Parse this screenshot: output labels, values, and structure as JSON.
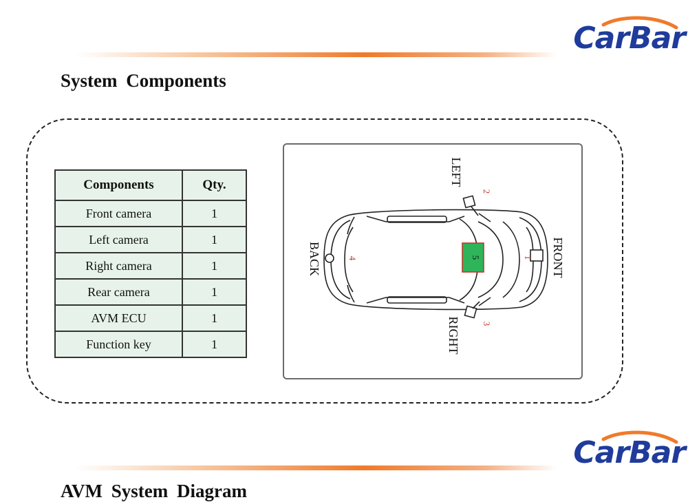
{
  "brand": {
    "logo_text": "CarBar",
    "logo_color": "#1f3b9b",
    "accent": "#f07a2b"
  },
  "section1": {
    "title": "System  Components"
  },
  "components_table": {
    "headers": [
      "Components",
      "Qty."
    ],
    "rows": [
      [
        "Front camera",
        "1"
      ],
      [
        "Left camera",
        "1"
      ],
      [
        "Right camera",
        "1"
      ],
      [
        "Rear camera",
        "1"
      ],
      [
        "AVM ECU",
        "1"
      ],
      [
        "Function key",
        "1"
      ]
    ],
    "row_background": "#e7f3ea"
  },
  "diagram": {
    "labels": {
      "left": "LEFT",
      "right": "RIGHT",
      "front": "FRONT",
      "back": "BACK"
    },
    "markers": {
      "front": "1",
      "left": "2",
      "right": "3",
      "rear": "4",
      "ecu": "5"
    },
    "ecu_color": "#2fb45a",
    "marker_color": "#c0392b"
  },
  "section2": {
    "title": "AVM  System Diagram"
  }
}
